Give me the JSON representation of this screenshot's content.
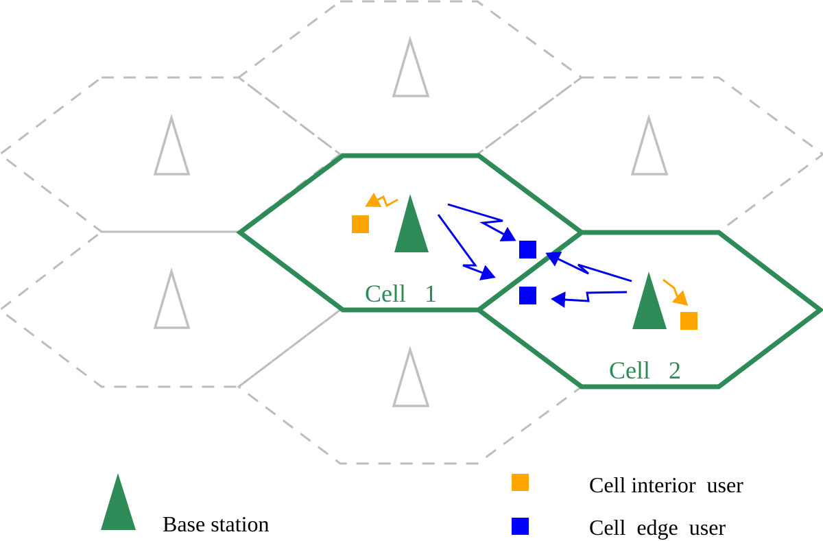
{
  "colors": {
    "cell_green": "#2e8b57",
    "interior_user": "#ffa500",
    "edge_user": "#0000ff",
    "inactive_gray": "#bdbdbd"
  },
  "cells": {
    "cell1_label": "Cell   1",
    "cell2_label": "Cell   2"
  },
  "legend": {
    "base_station": "Base station",
    "interior_user": "Cell interior  user",
    "edge_user": "Cell  edge  user"
  }
}
